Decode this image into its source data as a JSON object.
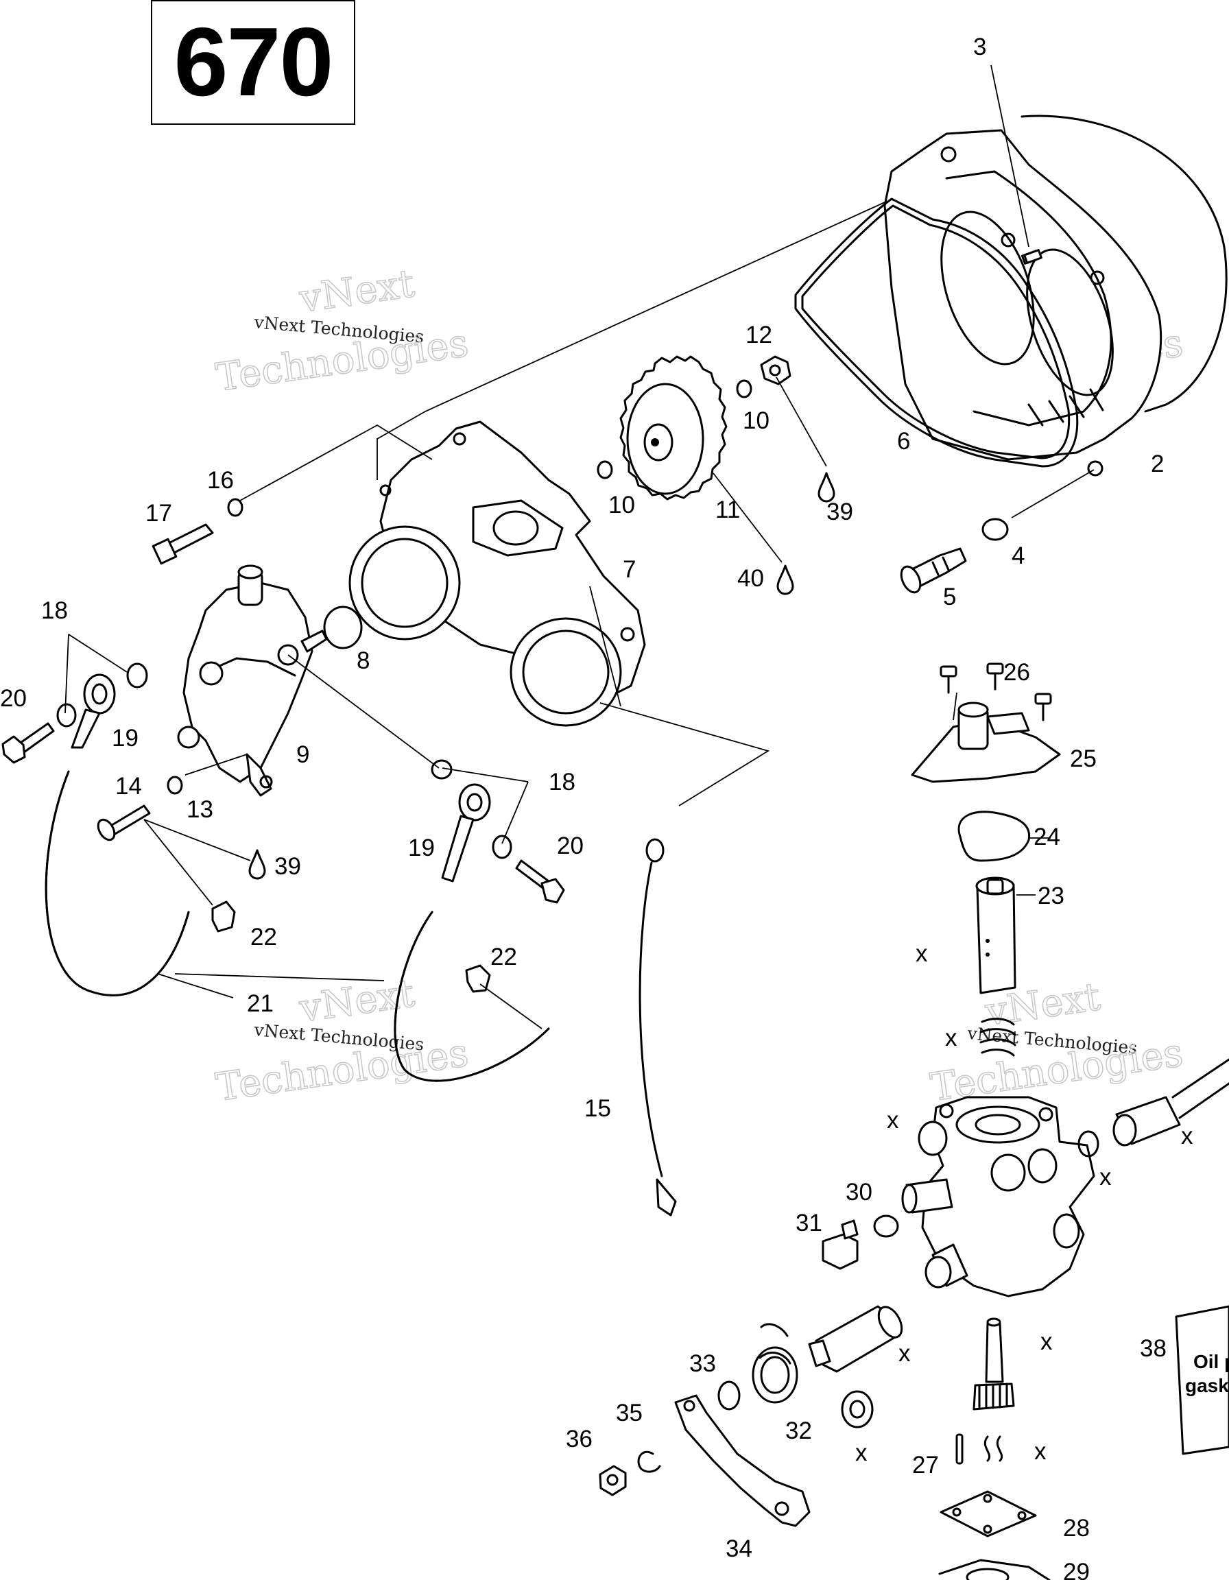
{
  "title": "670",
  "watermark": {
    "line": "vNext Technologies",
    "top": "vNext",
    "bottom": "Technologies"
  },
  "sheet_label": [
    "Oil p",
    "gask"
  ],
  "mark_x": "x",
  "callouts": {
    "c2": "2",
    "c3": "3",
    "c4": "4",
    "c5": "5",
    "c6": "6",
    "c7": "7",
    "c8": "8",
    "c9": "9",
    "c10a": "10",
    "c10b": "10",
    "c11": "11",
    "c12": "12",
    "c13": "13",
    "c14": "14",
    "c15": "15",
    "c16": "16",
    "c17": "17",
    "c18a": "18",
    "c18b": "18",
    "c19a": "19",
    "c19b": "19",
    "c20a": "20",
    "c20b": "20",
    "c21": "21",
    "c22a": "22",
    "c22b": "22",
    "c23": "23",
    "c24": "24",
    "c25": "25",
    "c26": "26",
    "c27": "27",
    "c28": "28",
    "c29": "29",
    "c30": "30",
    "c31": "31",
    "c32": "32",
    "c33": "33",
    "c34": "34",
    "c35": "35",
    "c36": "36",
    "c38": "38",
    "c39a": "39",
    "c39b": "39",
    "c40": "40"
  }
}
